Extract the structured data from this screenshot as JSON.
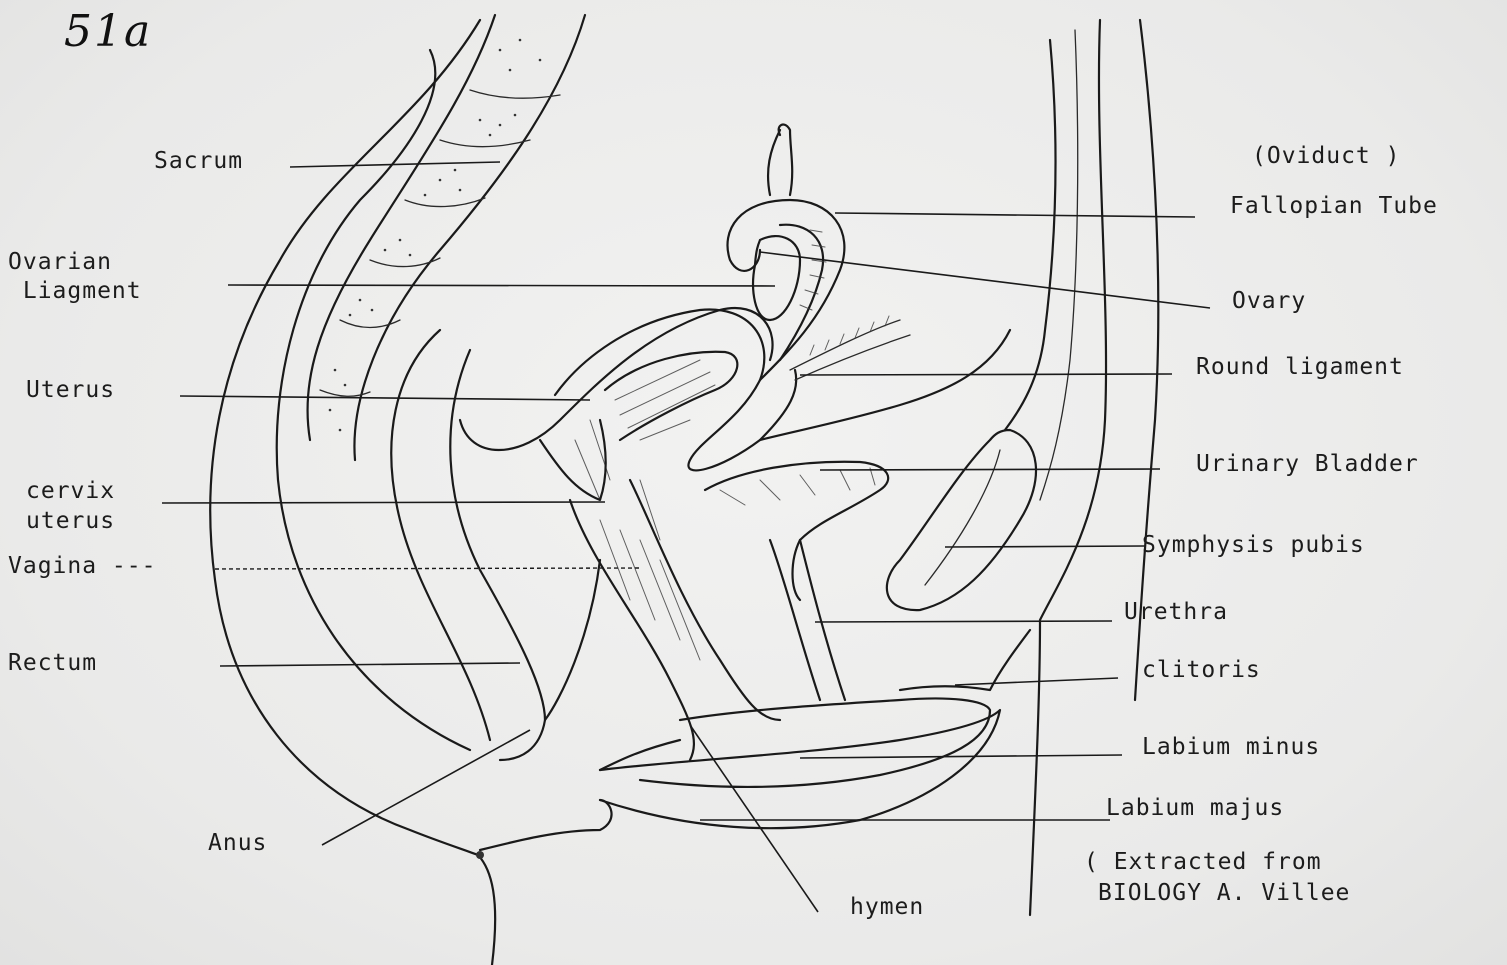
{
  "plate_number": "51a",
  "labels": {
    "sacrum": "Sacrum",
    "ovarian_ligament": "Ovarian\n Liagment",
    "uterus": "Uterus",
    "cervix_uteri": "cervix\nuterus",
    "vagina": "Vagina ---",
    "rectum": "Rectum",
    "anus": "Anus",
    "oviduct": "(Oviduct )",
    "fallopian_tube": "Fallopian Tube",
    "ovary": "Ovary",
    "round_ligament": "Round ligament",
    "urinary_bladder": "Urinary Bladder",
    "symphysis_pubis": "Symphysis pubis",
    "urethra": "Urethra",
    "clitoris": "clitoris",
    "labium_minus": "Labium minus",
    "labium_majus": "Labium majus",
    "hymen": "hymen"
  },
  "source_note": {
    "line1": "( Extracted  from",
    "line2": "BIOLOGY  A. Villee"
  }
}
